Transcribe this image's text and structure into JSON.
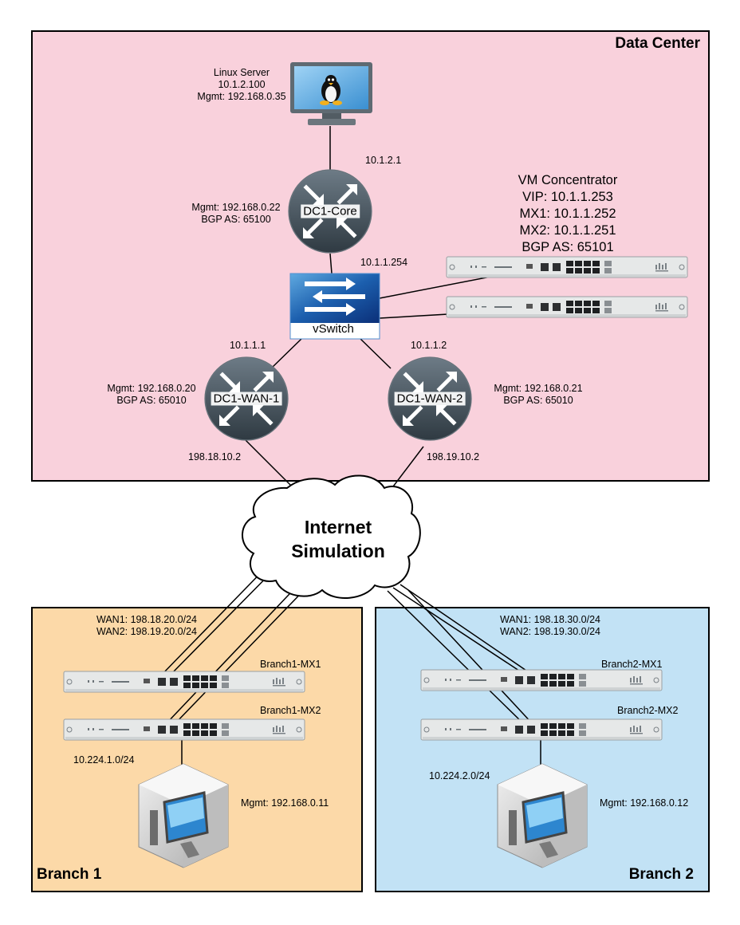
{
  "zones": {
    "data_center": "Data Center",
    "branch1": "Branch 1",
    "branch2": "Branch 2"
  },
  "colors": {
    "data_center_fill": "#f9d1dc",
    "branch1_fill": "#fcd9a8",
    "branch2_fill": "#c2e2f5",
    "router": "#4a5863",
    "router_edge": "#2a343b",
    "appliance": "#e6e8e8",
    "cloud": "#ffffff"
  },
  "linux_server": {
    "icon": "linux-monitor-icon",
    "name": "Linux Server",
    "ip": "10.1.2.100",
    "mgmt": "Mgmt: 192.168.0.35"
  },
  "dc1_core": {
    "icon": "router-icon",
    "label": "DC1-Core",
    "link_ip_server": "10.1.2.1",
    "mgmt": "Mgmt: 192.168.0.22",
    "bgp": "BGP AS: 65100",
    "link_ip_vswitch": "10.1.1.254"
  },
  "vswitch": {
    "icon": "vswitch-icon",
    "label": "vSwitch"
  },
  "vm_concentrator": {
    "icon": "meraki-mx-appliance-icon",
    "title": "VM Concentrator",
    "vip": "VIP: 10.1.1.253",
    "mx1": "MX1: 10.1.1.252",
    "mx2": "MX2: 10.1.1.251",
    "bgp": "BGP AS: 65101"
  },
  "dc1_wan1": {
    "icon": "router-icon",
    "label": "DC1-WAN-1",
    "lan_ip": "10.1.1.1",
    "mgmt": "Mgmt: 192.168.0.20",
    "bgp": "BGP AS: 65010",
    "wan_ip": "198.18.10.2"
  },
  "dc1_wan2": {
    "icon": "router-icon",
    "label": "DC1-WAN-2",
    "lan_ip": "10.1.1.2",
    "mgmt": "Mgmt: 192.168.0.21",
    "bgp": "BGP AS: 65010",
    "wan_ip": "198.19.10.2"
  },
  "internet": {
    "icon": "cloud-icon",
    "line1": "Internet",
    "line2": "Simulation"
  },
  "branch1": {
    "wan1": "WAN1: 198.18.20.0/24",
    "wan2": "WAN2: 198.19.20.0/24",
    "mx1": "Branch1-MX1",
    "mx2": "Branch1-MX2",
    "lan": "10.224.1.0/24",
    "pc_icon": "virtual-pc-icon",
    "pc_mgmt": "Mgmt: 192.168.0.11"
  },
  "branch2": {
    "wan1": "WAN1: 198.18.30.0/24",
    "wan2": "WAN2: 198.19.30.0/24",
    "mx1": "Branch2-MX1",
    "mx2": "Branch2-MX2",
    "lan": "10.224.2.0/24",
    "pc_icon": "virtual-pc-icon",
    "pc_mgmt": "Mgmt: 192.168.0.12"
  }
}
